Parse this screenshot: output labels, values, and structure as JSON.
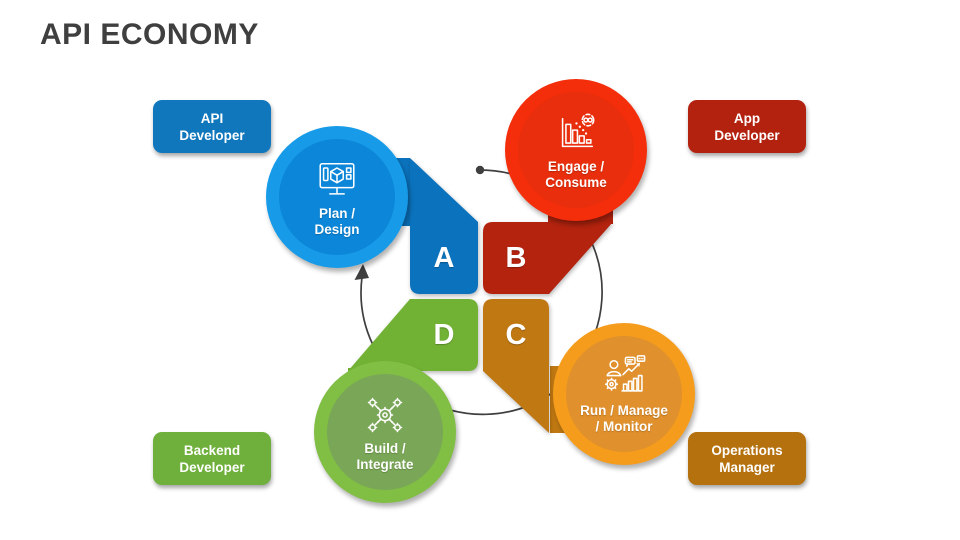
{
  "slide": {
    "title": "API ECONOMY",
    "title_color": "#3f3f3f",
    "background": "#ffffff"
  },
  "cycle": {
    "arc_color": "#3f3f3f"
  },
  "stages": [
    {
      "letter": "A",
      "line1": "Plan /",
      "line2": "Design",
      "icon": "monitor-cube-icon",
      "ring_color": "#179be8",
      "fill_color": "#0c86d8",
      "shape_color": "#0b73bd"
    },
    {
      "letter": "B",
      "line1": "Engage /",
      "line2": "Consume",
      "icon": "chart-coins-icon",
      "ring_color": "#f42d0a",
      "fill_color": "#e82e0c",
      "shape_color": "#b3230e"
    },
    {
      "letter": "C",
      "line1": "Run / Manage",
      "line2": "/ Monitor",
      "icon": "person-gear-chart-icon",
      "ring_color": "#f59c1c",
      "fill_color": "#e0902c",
      "shape_color": "#c07912"
    },
    {
      "letter": "D",
      "line1": "Build /",
      "line2": "Integrate",
      "icon": "gear-network-icon",
      "ring_color": "#81be44",
      "fill_color": "#7aa757",
      "shape_color": "#71b134"
    }
  ],
  "roles": [
    {
      "id": "api-developer",
      "line1": "API",
      "line2": "Developer",
      "color": "#1177bd",
      "position": "top-left"
    },
    {
      "id": "app-developer",
      "line1": "App",
      "line2": "Developer",
      "color": "#b3220f",
      "position": "top-right"
    },
    {
      "id": "backend-developer",
      "line1": "Backend",
      "line2": "Developer",
      "color": "#6faf3b",
      "position": "bottom-left"
    },
    {
      "id": "operations-manager",
      "line1": "Operations",
      "line2": "Manager",
      "color": "#b5710e",
      "position": "bottom-right"
    }
  ]
}
